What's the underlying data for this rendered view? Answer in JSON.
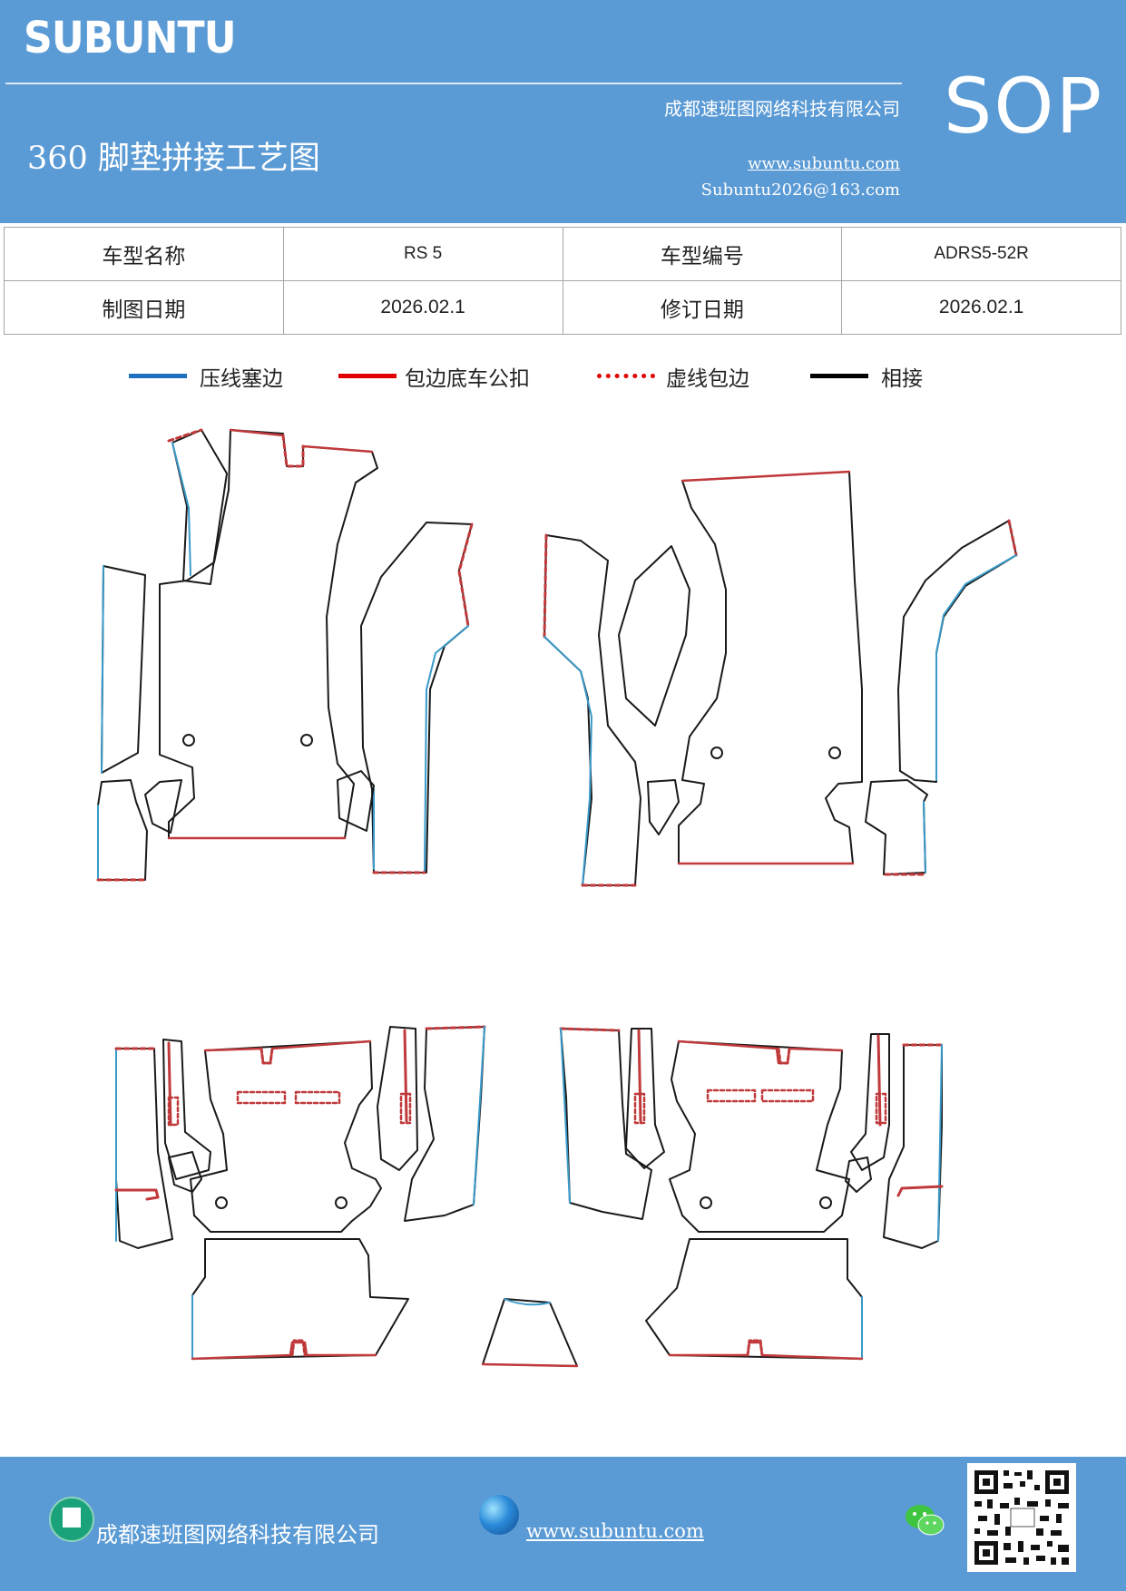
{
  "header": {
    "brand": "SUBUNTU",
    "badge": "SOP",
    "title": "360 脚垫拼接工艺图",
    "company": "成都速班图网络科技有限公司",
    "website": "www.subuntu.com",
    "email": "Subuntu2026@163.com"
  },
  "info_table": {
    "row1": {
      "label1": "车型名称",
      "value1": "RS 5",
      "label2": "车型编号",
      "value2": "ADRS5-52R"
    },
    "row2": {
      "label1": "制图日期",
      "value1": "2026.02.1",
      "label2": "修订日期",
      "value2": "2026.02.1"
    }
  },
  "legend": [
    {
      "label": "压线塞边",
      "color": "#1f6fc0",
      "style": "solid"
    },
    {
      "label": "包边底车公扣",
      "color": "#e00000",
      "style": "solid"
    },
    {
      "label": "虚线包边",
      "color": "#e00000",
      "style": "dotted"
    },
    {
      "label": "相接",
      "color": "#000000",
      "style": "solid"
    }
  ],
  "colors": {
    "blue_edge": "#3a9ac9",
    "red_edge": "#c0393b",
    "black_edge": "#1a1a1a",
    "header_bg": "#5b9bd5"
  },
  "footer": {
    "company": "成都速班图网络科技有限公司",
    "website": "www.subuntu.com",
    "icons": [
      "building-icon",
      "globe-icon",
      "wechat-icon",
      "qr-code"
    ]
  }
}
